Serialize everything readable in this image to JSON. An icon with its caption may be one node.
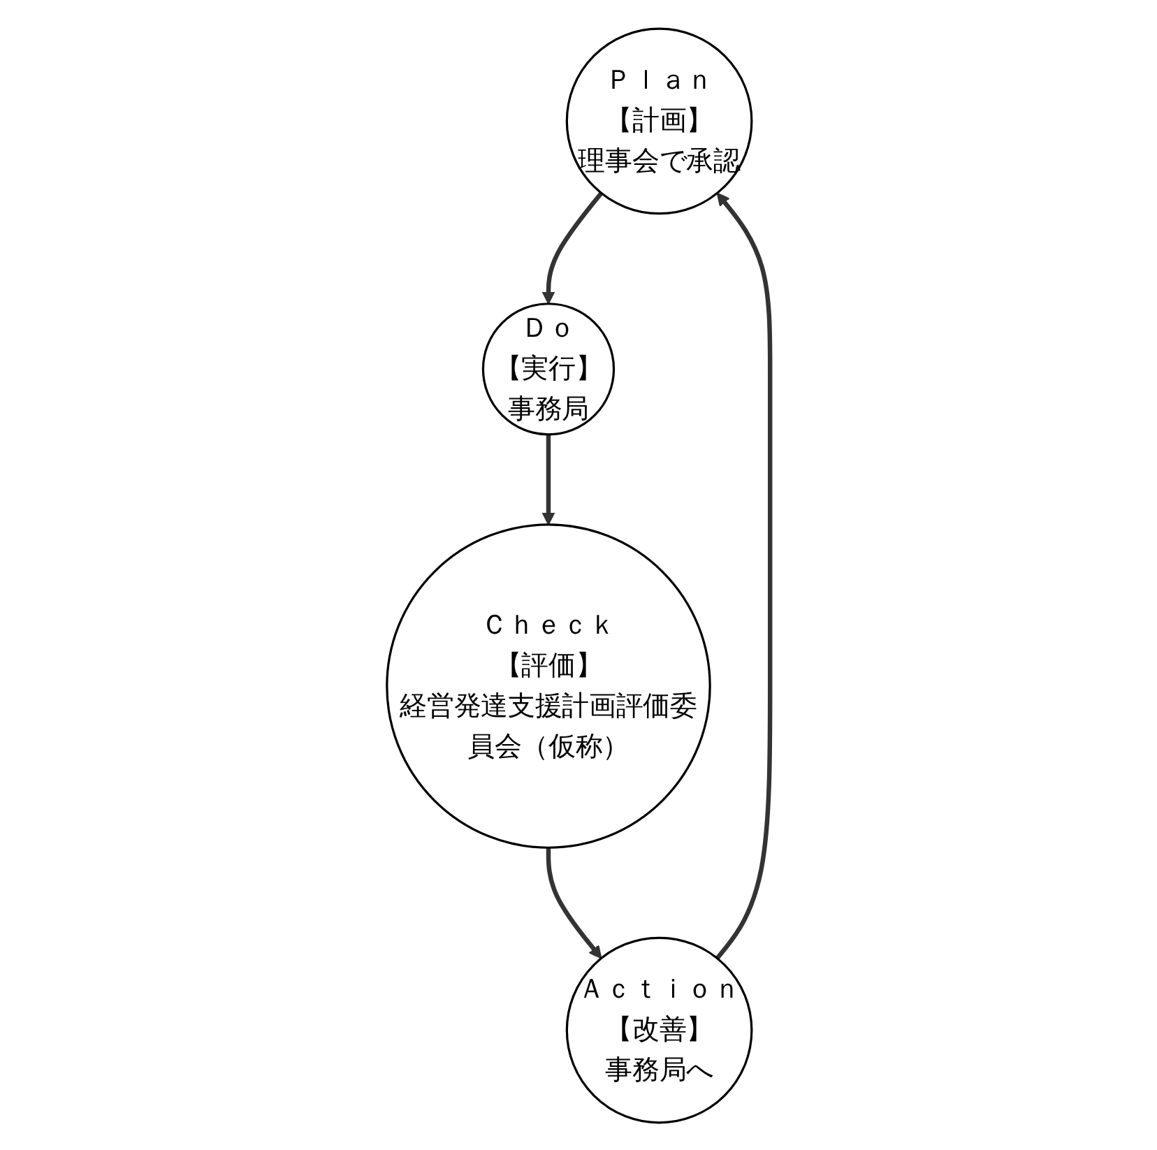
{
  "diagram": {
    "nodes": [
      {
        "text": [
          "Ｐｌａｎ",
          "【計画】",
          "理事会で承認"
        ]
      },
      {
        "text": [
          "Ｄｏ",
          "【実行】",
          "事務局"
        ]
      },
      {
        "text": [
          "Ｃｈｅｃｋ",
          "【評価】",
          "経営発達支援計画評価委員会（仮称）"
        ]
      },
      {
        "text": [
          "Ａｃｔｉｏｎ",
          "【改善】",
          "事務局へ"
        ]
      }
    ],
    "edges": [
      {
        "from": 0,
        "to": 1,
        "arrow": "to"
      },
      {
        "from": 1,
        "to": 2,
        "arrow": "to"
      },
      {
        "from": 2,
        "to": 3,
        "arrow": "to"
      },
      {
        "from": 3,
        "to": 0,
        "arrow": "to"
      }
    ]
  }
}
